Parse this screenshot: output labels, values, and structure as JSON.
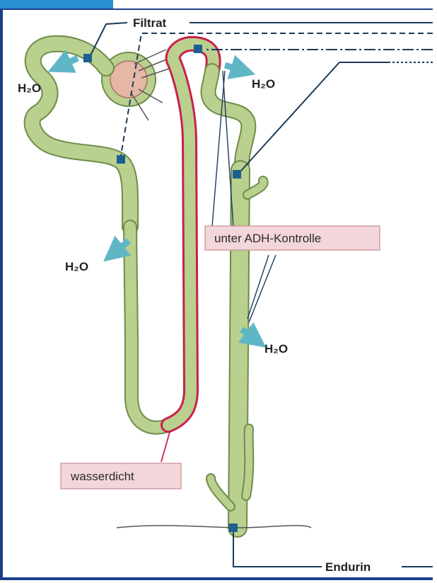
{
  "labels": {
    "filtrat": "Filtrat",
    "h2o_1": "H₂O",
    "h2o_2": "H₂O",
    "h2o_3": "H₂O",
    "h2o_4": "H₂O",
    "adh": "unter ADH-Kontrolle",
    "wasserdicht": "wasserdicht",
    "endurin": "Endurin"
  },
  "colors": {
    "tubule": "#b9d08f",
    "tubule_edge": "#6f8c4a",
    "impermeable": "#c8204a",
    "leader": "#1b3b5b",
    "marker": "#1d5f8f",
    "arrow": "#5fb7c6",
    "frame": "#1a3f8a",
    "tab": "#2a8fd0"
  }
}
